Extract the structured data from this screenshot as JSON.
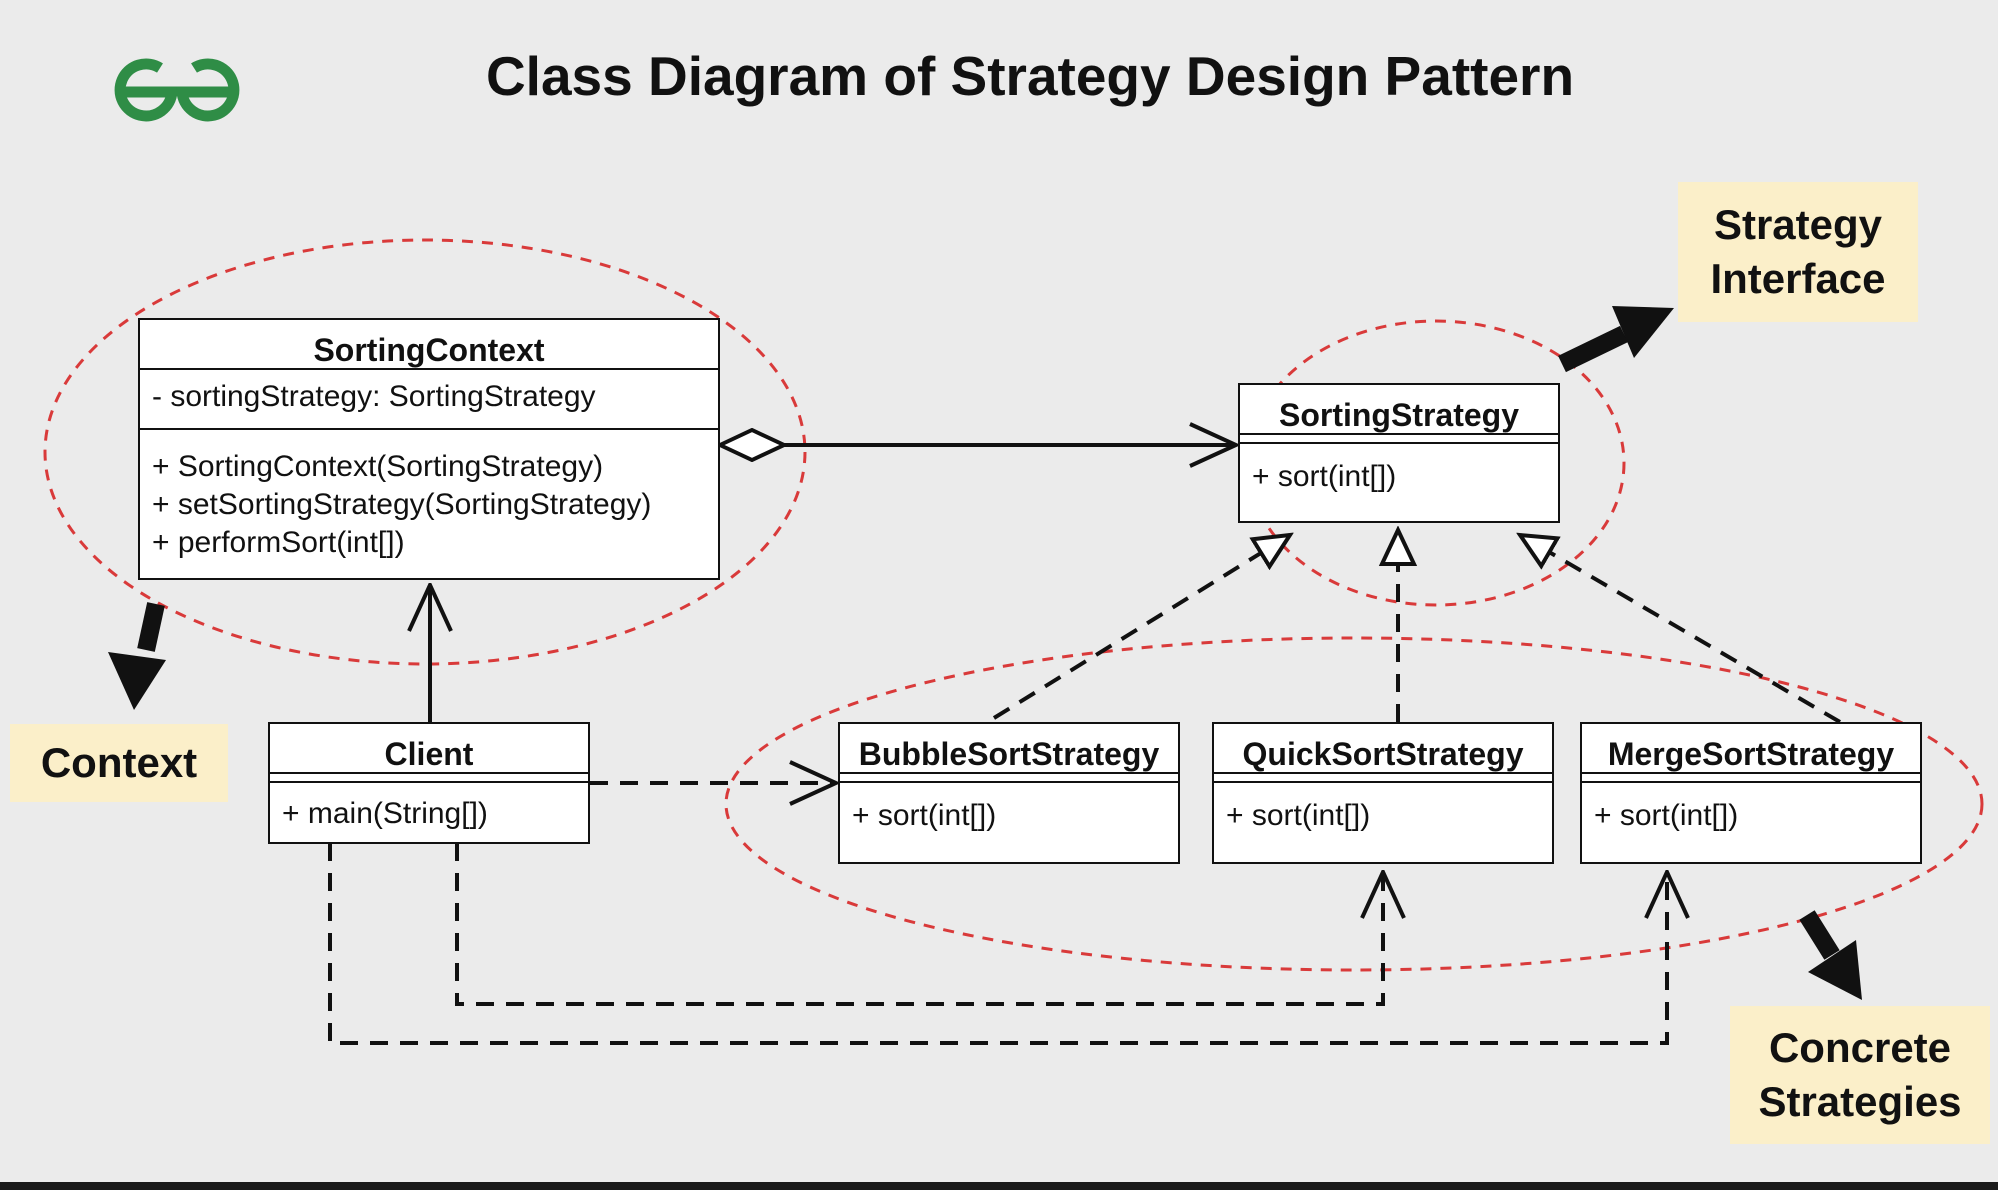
{
  "header": {
    "title": "Class Diagram of Strategy Design Pattern",
    "logo_icon": "geeksforgeeks-logo-icon",
    "logo_color": "#2f8d46"
  },
  "colors": {
    "background": "#ebebeb",
    "group_outline": "#d93a3a",
    "callout_fill": "#fbefc9",
    "line": "#111111"
  },
  "classes": {
    "sorting_context": {
      "name": "SortingContext",
      "attributes": [
        "- sortingStrategy: SortingStrategy"
      ],
      "operations": [
        "+ SortingContext(SortingStrategy)",
        "+ setSortingStrategy(SortingStrategy)",
        "+ performSort(int[])"
      ]
    },
    "sorting_strategy": {
      "name": "SortingStrategy",
      "operations": [
        "+ sort(int[])"
      ]
    },
    "client": {
      "name": "Client",
      "operations": [
        "+ main(String[])"
      ]
    },
    "bubble_sort": {
      "name": "BubbleSortStrategy",
      "operations": [
        "+ sort(int[])"
      ]
    },
    "quick_sort": {
      "name": "QuickSortStrategy",
      "operations": [
        "+ sort(int[])"
      ]
    },
    "merge_sort": {
      "name": "MergeSortStrategy",
      "operations": [
        "+ sort(int[])"
      ]
    }
  },
  "callouts": {
    "strategy_interface": "Strategy\nInterface",
    "context": "Context",
    "concrete_strategies": "Concrete\nStrategies"
  }
}
